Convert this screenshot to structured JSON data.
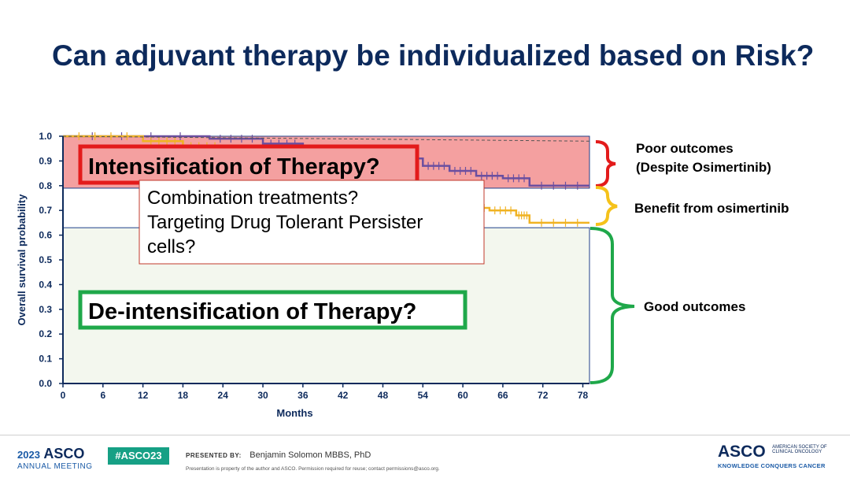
{
  "slide": {
    "title": "Can adjuvant therapy be individualized based on Risk?"
  },
  "chart_data": {
    "type": "line",
    "xlabel": "Months",
    "ylabel": "Overall survival probability",
    "x_ticks": [
      0,
      6,
      12,
      18,
      24,
      30,
      36,
      42,
      48,
      54,
      60,
      66,
      72,
      78
    ],
    "y_ticks": [
      "0.0",
      "0.1",
      "0.2",
      "0.3",
      "0.4",
      "0.5",
      "0.6",
      "0.7",
      "0.8",
      "0.9",
      "1.0"
    ],
    "xlim": [
      0,
      79
    ],
    "ylim": [
      0,
      1.0
    ],
    "series": [
      {
        "color": "#6b4fa0",
        "x": [
          0,
          22,
          30,
          36,
          42,
          48,
          54,
          58,
          62,
          66,
          70,
          79
        ],
        "y": [
          1.0,
          0.99,
          0.97,
          0.95,
          0.93,
          0.91,
          0.88,
          0.86,
          0.84,
          0.83,
          0.8,
          0.8
        ]
      },
      {
        "color": "#f0b323",
        "x": [
          0,
          12,
          18,
          24,
          30,
          36,
          42,
          48,
          54,
          60,
          64,
          68,
          70,
          79
        ],
        "y": [
          1.0,
          0.98,
          0.96,
          0.92,
          0.87,
          0.82,
          0.78,
          0.75,
          0.72,
          0.71,
          0.7,
          0.68,
          0.65,
          0.65
        ]
      },
      {
        "color": "#555555",
        "dashed": true,
        "x": [
          0,
          79
        ],
        "y": [
          1.0,
          0.98
        ]
      }
    ],
    "regions": [
      {
        "name": "poor",
        "y0": 0.79,
        "y1": 1.0,
        "color": "#f4a0a0"
      },
      {
        "name": "good",
        "y0": 0.0,
        "y1": 0.63,
        "color": "#f3f7ee"
      }
    ]
  },
  "annotations": {
    "intensification": "Intensification of Therapy?",
    "deintensification": "De-intensification of Therapy?",
    "callout_lines": [
      "Combination treatments?",
      "Targeting Drug Tolerant Persister",
      "cells?"
    ],
    "poor_outcomes_lines": [
      "Poor outcomes",
      "(Despite Osimertinib)"
    ],
    "benefit": "Benefit from osimertinib",
    "good_outcomes": "Good outcomes",
    "colors": {
      "red": "#e31b1b",
      "yellow": "#f5c21b",
      "green": "#1fa84a"
    }
  },
  "footer": {
    "year": "2023",
    "asco": "ASCO",
    "annual_meeting": "ANNUAL MEETING",
    "hashtag": "#ASCO23",
    "presented_by": "PRESENTED BY:",
    "presenter": "Benjamin Solomon MBBS, PhD",
    "disclaimer": "Presentation is property of the author and ASCO. Permission required for reuse; contact permissions@asco.org.",
    "logo_text": "ASCO",
    "logo_sub1": "AMERICAN SOCIETY OF",
    "logo_sub2": "CLINICAL ONCOLOGY",
    "tagline": "KNOWLEDGE CONQUERS CANCER"
  }
}
